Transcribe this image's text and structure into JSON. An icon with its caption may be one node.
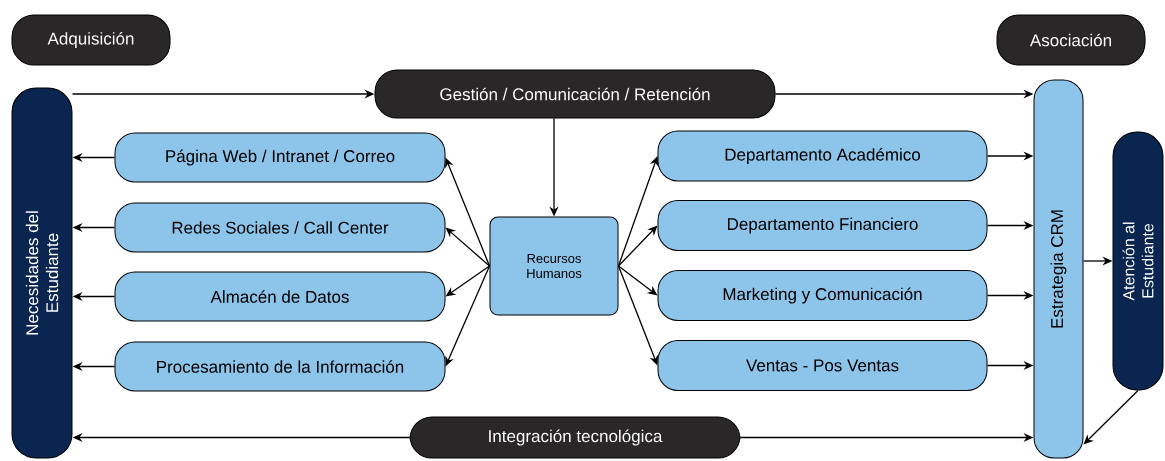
{
  "diagram": {
    "nodes": [
      {
        "text": [
          "Adquisición"
        ]
      },
      {
        "text": [
          "Asociación"
        ]
      },
      {
        "text": [
          "Necesidades del Estudiante"
        ]
      },
      {
        "text": [
          "Gestión / Comunicación / Retención"
        ]
      },
      {
        "text": [
          "Página Web / Intranet / Correo"
        ]
      },
      {
        "text": [
          "Redes Sociales / Call Center"
        ]
      },
      {
        "text": [
          "Almacén de Datos"
        ]
      },
      {
        "text": [
          "Procesamiento de la Información"
        ]
      },
      {
        "text": [
          "Recursos Humanos"
        ]
      },
      {
        "text": [
          "Departamento Académico"
        ]
      },
      {
        "text": [
          "Departamento Financiero"
        ]
      },
      {
        "text": [
          "Marketing y Comunicación"
        ]
      },
      {
        "text": [
          "Ventas - Pos Ventas"
        ]
      },
      {
        "text": [
          "Estrategia CRM"
        ]
      },
      {
        "text": [
          "Atención al Estudiante"
        ]
      },
      {
        "text": [
          "Integración tecnológica"
        ]
      }
    ],
    "edges": [
      {
        "from": 2,
        "to": 3,
        "arrow": "to"
      },
      {
        "from": 3,
        "to": 13,
        "arrow": "to"
      },
      {
        "from": 3,
        "to": 8,
        "arrow": "to"
      },
      {
        "from": 8,
        "to": 4,
        "arrow": "to"
      },
      {
        "from": 8,
        "to": 5,
        "arrow": "to"
      },
      {
        "from": 8,
        "to": 6,
        "arrow": "to"
      },
      {
        "from": 8,
        "to": 7,
        "arrow": "to"
      },
      {
        "from": 4,
        "to": 2,
        "arrow": "to"
      },
      {
        "from": 5,
        "to": 2,
        "arrow": "to"
      },
      {
        "from": 6,
        "to": 2,
        "arrow": "to"
      },
      {
        "from": 7,
        "to": 2,
        "arrow": "to"
      },
      {
        "from": 8,
        "to": 9,
        "arrow": "to"
      },
      {
        "from": 8,
        "to": 10,
        "arrow": "to"
      },
      {
        "from": 8,
        "to": 11,
        "arrow": "to"
      },
      {
        "from": 8,
        "to": 12,
        "arrow": "to"
      },
      {
        "from": 9,
        "to": 13,
        "arrow": "to"
      },
      {
        "from": 10,
        "to": 13,
        "arrow": "to"
      },
      {
        "from": 11,
        "to": 13,
        "arrow": "to"
      },
      {
        "from": 12,
        "to": 13,
        "arrow": "to"
      },
      {
        "from": 13,
        "to": 14,
        "arrow": "to"
      },
      {
        "from": 14,
        "to": 13,
        "arrow": "to"
      },
      {
        "from": 15,
        "to": 2,
        "arrow": "to"
      },
      {
        "from": 15,
        "to": 13,
        "arrow": "to"
      }
    ]
  }
}
